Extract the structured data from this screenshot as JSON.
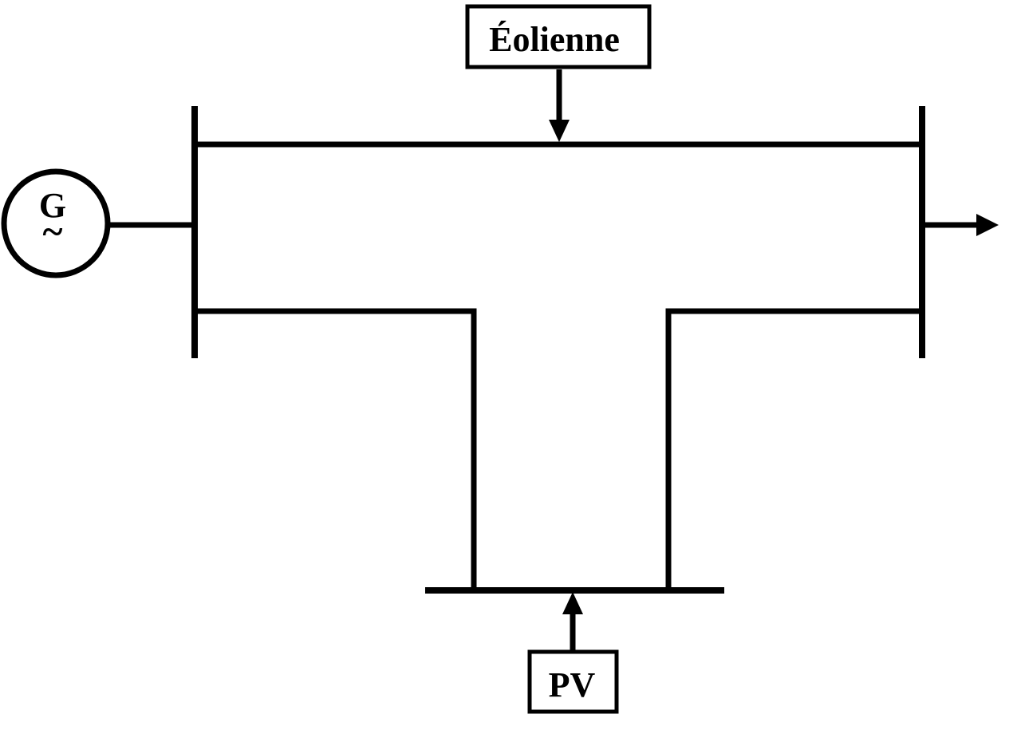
{
  "diagram": {
    "generator": {
      "letter": "G",
      "symbol": "~"
    },
    "sources": {
      "wind_label": "Éolienne",
      "pv_label": "PV"
    },
    "colors": {
      "line": "#000000",
      "background": "#ffffff"
    }
  }
}
